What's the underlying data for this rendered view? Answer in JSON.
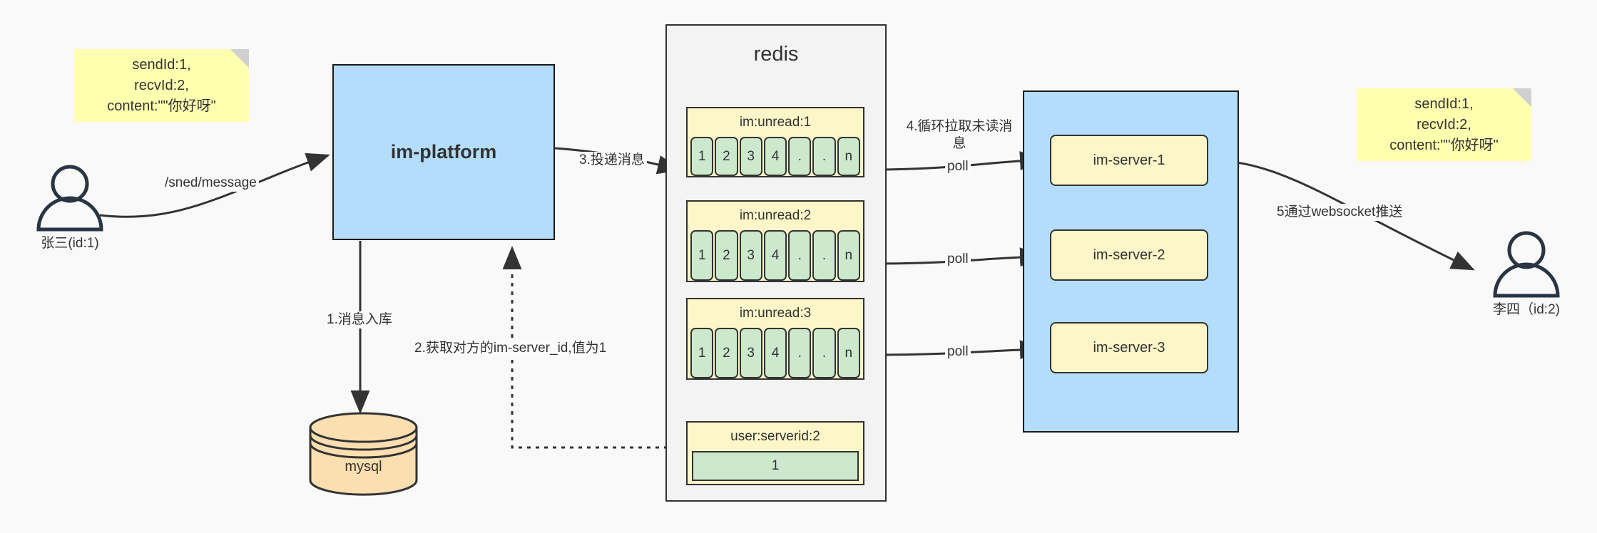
{
  "diagram": {
    "title": "IM message delivery architecture"
  },
  "actors": {
    "sender": {
      "label": "张三(id:1)",
      "icon": "user-icon"
    },
    "receiver": {
      "label": "李四（id:2)",
      "icon": "user-icon"
    }
  },
  "notes": {
    "left": "sendId:1,\nrecvId:2,\ncontent:\"\"你好呀\"",
    "right": "sendId:1,\nrecvId:2,\ncontent:\"\"你好呀\""
  },
  "platform": {
    "label": "im-platform"
  },
  "database": {
    "label": "mysql"
  },
  "redis": {
    "title": "redis",
    "keys": [
      {
        "name": "im:unread:1",
        "cells": [
          "1",
          "2",
          "3",
          "4",
          ".",
          ".",
          "n"
        ]
      },
      {
        "name": "im:unread:2",
        "cells": [
          "1",
          "2",
          "3",
          "4",
          ".",
          ".",
          "n"
        ]
      },
      {
        "name": "im:unread:3",
        "cells": [
          "1",
          "2",
          "3",
          "4",
          ".",
          ".",
          "n"
        ]
      }
    ],
    "mapping": {
      "name": "user:serverid:2",
      "value": "1"
    }
  },
  "server_cluster": {
    "servers": [
      {
        "label": "im-server-1"
      },
      {
        "label": "im-server-2"
      },
      {
        "label": "im-server-3"
      }
    ]
  },
  "edges": {
    "send_message": "/sned/message",
    "step1": "1.消息入库",
    "step2": "2.获取对方的im-server_id,值为1",
    "step3": "3.投递消息",
    "step4": "4.循环拉取未读消\n息",
    "poll1": "poll",
    "poll2": "poll",
    "poll3": "poll",
    "step5": "5通过websocket推送"
  },
  "colors": {
    "note": "#ffffb0",
    "blue": "#b3ddfb",
    "yellow": "#fdf6c9",
    "green": "#cce8cd",
    "orange": "#fcdfb0",
    "stroke": "#333333",
    "background": "#f9f9f9"
  }
}
